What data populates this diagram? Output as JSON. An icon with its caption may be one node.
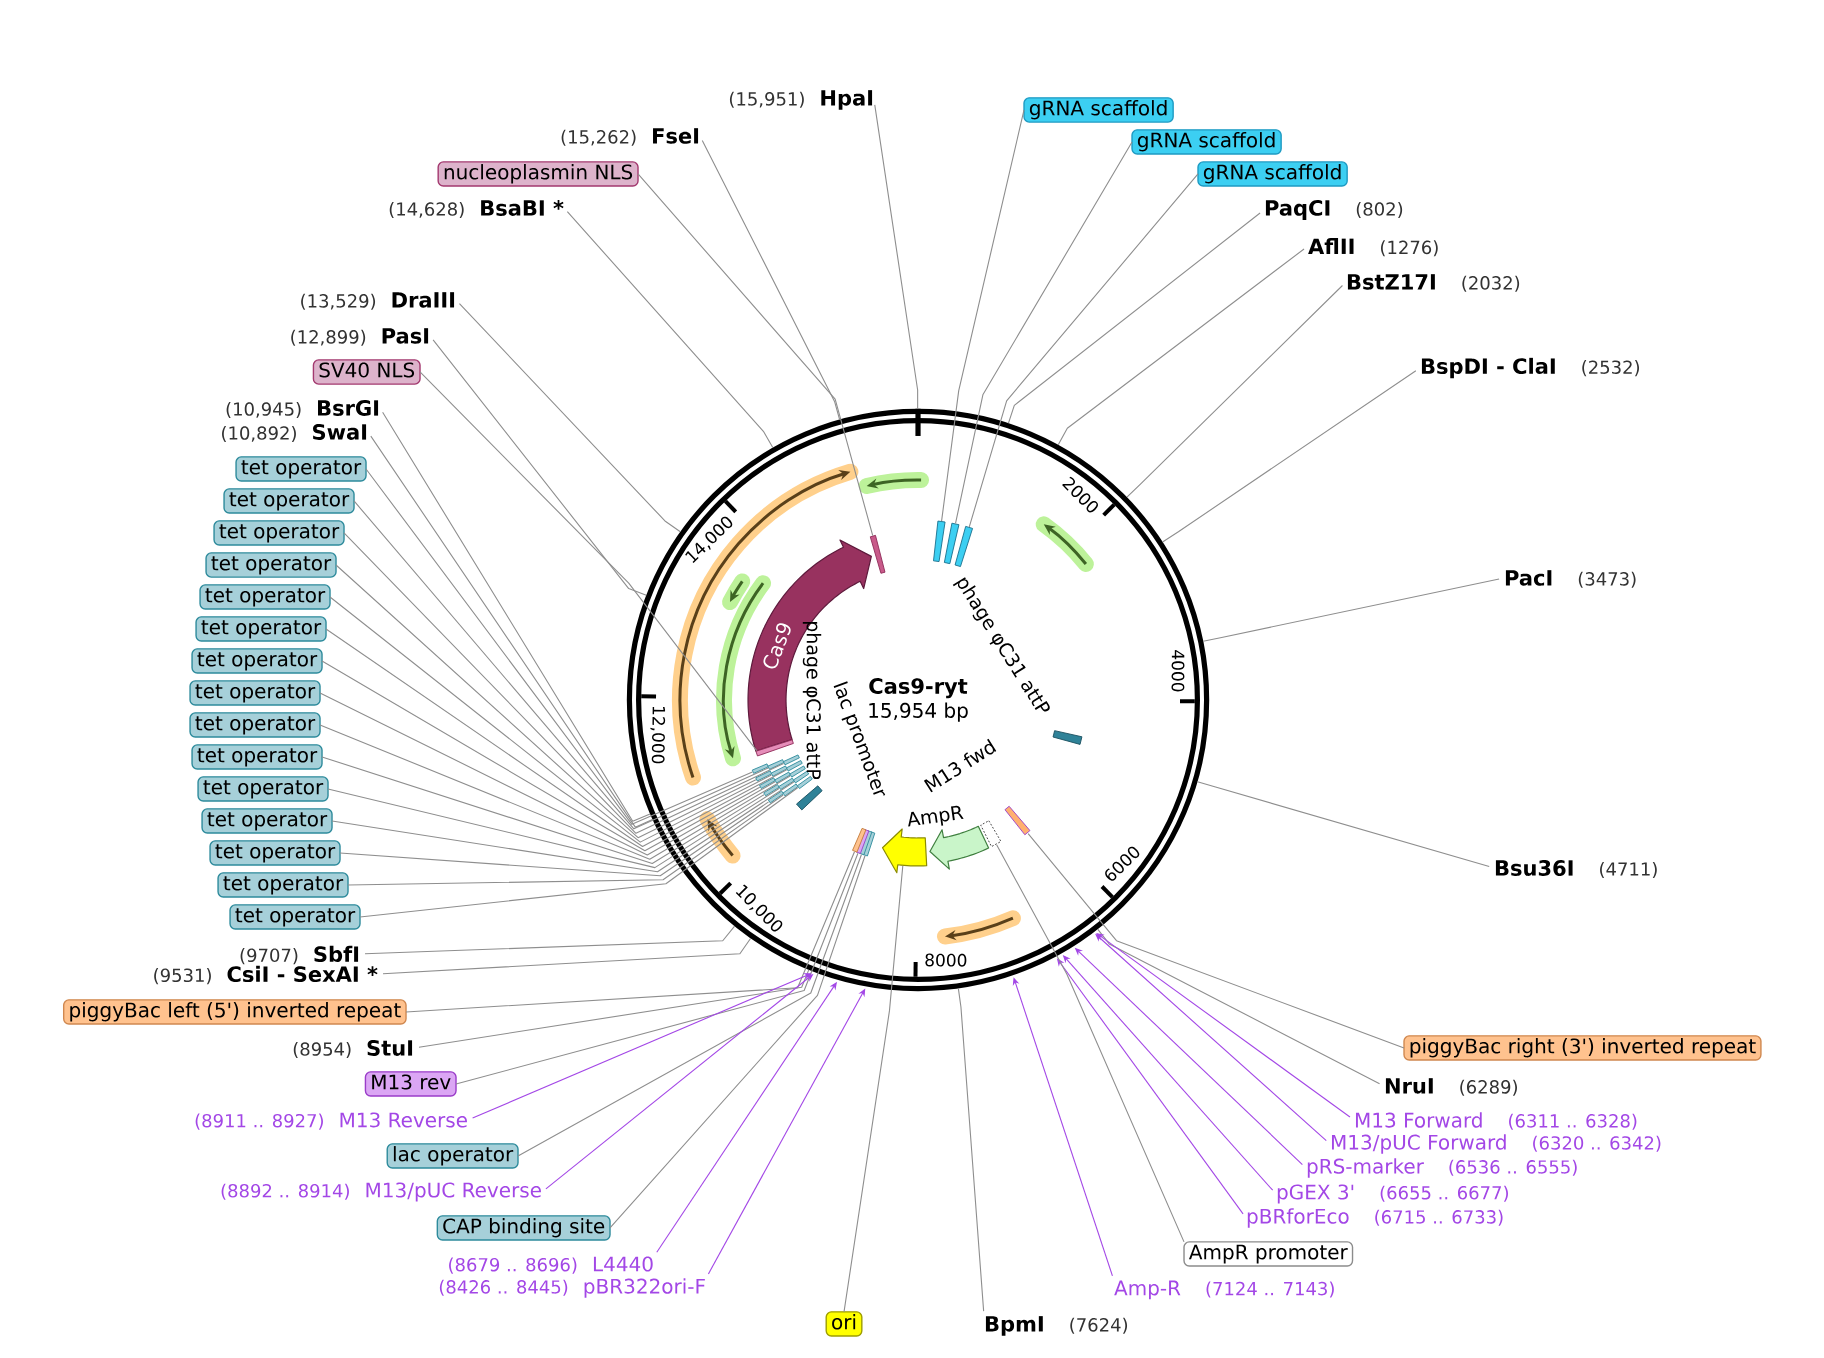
{
  "diagram": {
    "nodes": [
      {
        "text": [
          "Cas9-ryt",
          "15,954 bp"
        ]
      },
      {
        "text": [
          "Cas9"
        ],
        "in": 0
      },
      {
        "text": [],
        "shape": "bar",
        "in": 0
      },
      {
        "text": [],
        "shape": "bar",
        "in": 0
      },
      {
        "text": [],
        "shape": "bar",
        "in": 0
      },
      {
        "text": [],
        "shape": "bar",
        "in": 0
      },
      {
        "text": [],
        "shape": "bar",
        "in": 0
      },
      {
        "text": [],
        "shape": "bar",
        "in": 0
      },
      {
        "text": [],
        "shape": "bar",
        "in": 0
      },
      {
        "text": [],
        "shape": "bar",
        "in": 0
      },
      {
        "text": [],
        "shape": "bar",
        "in": 0
      },
      {
        "text": [],
        "shape": "bar",
        "in": 0
      },
      {
        "text": [],
        "shape": "bar",
        "in": 0
      },
      {
        "text": [],
        "shape": "bar",
        "in": 0
      },
      {
        "text": [],
        "shape": "bar",
        "in": 0
      },
      {
        "text": [],
        "shape": "bar",
        "in": 0
      },
      {
        "text": [],
        "shape": "bar",
        "in": 0
      },
      {
        "text": [],
        "shape": "bar",
        "in": 0
      },
      {
        "text": [],
        "shape": "bar",
        "in": 0
      },
      {
        "text": [],
        "shape": "bar",
        "in": 0
      },
      {
        "text": [],
        "shape": "bar",
        "in": 0
      },
      {
        "text": [],
        "shape": "bar",
        "in": 0
      },
      {
        "text": [],
        "shape": "bar",
        "in": 0
      },
      {
        "text": [],
        "shape": "bar",
        "in": 0
      },
      {
        "text": [],
        "shape": "bar",
        "in": 0
      },
      {
        "text": [],
        "shape": "bar",
        "in": 0
      },
      {
        "text": [],
        "shape": "arrow",
        "in": 0,
        "beside": [
          "AmpR"
        ]
      },
      {
        "text": [],
        "shape": "arrow",
        "in": 0
      },
      {
        "text": [],
        "shape": "bar",
        "in": 0
      },
      {
        "text": [],
        "shape": "bar",
        "in": 0
      },
      {
        "text": [],
        "shape": "bar",
        "in": 0
      },
      {
        "text": [],
        "shape": "bar",
        "in": 0
      },
      {
        "text": [
          "HpaI"
        ],
        "beside": [
          "(15,951)"
        ]
      },
      {
        "text": [
          "gRNA scaffold"
        ]
      },
      {
        "text": [
          "FseI"
        ],
        "beside": [
          "(15,262)"
        ]
      },
      {
        "text": [
          "gRNA scaffold"
        ]
      },
      {
        "text": [
          "nucleoplasmin NLS"
        ]
      },
      {
        "text": [
          "gRNA scaffold"
        ]
      },
      {
        "text": [
          "BsaBI *"
        ],
        "beside": [
          "(14,628)"
        ]
      },
      {
        "text": [
          "PaqCI"
        ],
        "beside": [
          "(802)"
        ]
      },
      {
        "text": [
          "AflII"
        ],
        "beside": [
          "(1276)"
        ]
      },
      {
        "text": [
          "BstZ17I"
        ],
        "beside": [
          "(2032)"
        ]
      },
      {
        "text": [
          "DraIII"
        ],
        "beside": [
          "(13,529)"
        ]
      },
      {
        "text": [
          "PasI"
        ],
        "beside": [
          "(12,899)"
        ]
      },
      {
        "text": [
          "BspDI - ClaI"
        ],
        "beside": [
          "(2532)"
        ]
      },
      {
        "text": [
          "SV40 NLS"
        ]
      },
      {
        "text": [
          "BsrGI"
        ],
        "beside": [
          "(10,945)"
        ]
      },
      {
        "text": [
          "SwaI"
        ],
        "beside": [
          "(10,892)"
        ]
      },
      {
        "text": [
          "tet operator"
        ]
      },
      {
        "text": [
          "tet operator"
        ]
      },
      {
        "text": [
          "tet operator"
        ]
      },
      {
        "text": [
          "tet operator"
        ]
      },
      {
        "text": [
          "tet operator"
        ]
      },
      {
        "text": [
          "tet operator"
        ]
      },
      {
        "text": [
          "tet operator"
        ]
      },
      {
        "text": [
          "tet operator"
        ]
      },
      {
        "text": [
          "tet operator"
        ]
      },
      {
        "text": [
          "tet operator"
        ]
      },
      {
        "text": [
          "tet operator"
        ]
      },
      {
        "text": [
          "tet operator"
        ]
      },
      {
        "text": [
          "tet operator"
        ]
      },
      {
        "text": [
          "tet operator"
        ]
      },
      {
        "text": [
          "tet operator"
        ]
      },
      {
        "text": [
          "PacI"
        ],
        "beside": [
          "(3473)"
        ]
      },
      {
        "text": [
          "Bsu36I"
        ],
        "beside": [
          "(4711)"
        ]
      },
      {
        "text": [
          "SbfI"
        ],
        "beside": [
          "(9707)"
        ]
      },
      {
        "text": [
          "CsiI - SexAI *"
        ],
        "beside": [
          "(9531)"
        ]
      },
      {
        "text": [
          "piggyBac left (5') inverted repeat"
        ]
      },
      {
        "text": [
          "StuI"
        ],
        "beside": [
          "(8954)"
        ]
      },
      {
        "text": [
          "piggyBac right (3') inverted repeat"
        ]
      },
      {
        "text": [
          "M13 rev"
        ]
      },
      {
        "text": [
          "NruI"
        ],
        "beside": [
          "(6289)"
        ]
      },
      {
        "text": [
          "M13 Reverse"
        ],
        "beside": [
          "(8911 .. 8927)"
        ]
      },
      {
        "text": [
          "M13 Forward"
        ],
        "beside": [
          "(6311 .. 6328)"
        ]
      },
      {
        "text": [
          "M13/pUC Forward"
        ],
        "beside": [
          "(6320 .. 6342)"
        ]
      },
      {
        "text": [
          "lac operator"
        ]
      },
      {
        "text": [
          "pRS-marker"
        ],
        "beside": [
          "(6536 .. 6555)"
        ]
      },
      {
        "text": [
          "M13/pUC Reverse"
        ],
        "beside": [
          "(8892 .. 8914)"
        ]
      },
      {
        "text": [
          "pGEX 3'"
        ],
        "beside": [
          "(6655 .. 6677)"
        ]
      },
      {
        "text": [
          "pBRforEco"
        ],
        "beside": [
          "(6715 .. 6733)"
        ]
      },
      {
        "text": [
          "CAP binding site"
        ]
      },
      {
        "text": [
          "AmpR promoter"
        ]
      },
      {
        "text": [
          "L4440"
        ],
        "beside": [
          "(8679 .. 8696)"
        ]
      },
      {
        "text": [
          "pBR322ori-F"
        ],
        "beside": [
          "(8426 .. 8445)"
        ]
      },
      {
        "text": [
          "Amp-R"
        ],
        "beside": [
          "(7124 .. 7143)"
        ]
      },
      {
        "text": [
          "ori"
        ]
      },
      {
        "text": [
          "BpmI"
        ],
        "beside": [
          "(7624)"
        ]
      }
    ],
    "edges": [
      {
        "from": 32,
        "to": 0,
        "arrow": "none"
      },
      {
        "from": 33,
        "to": 3,
        "arrow": "none"
      },
      {
        "from": 34,
        "to": 0,
        "arrow": "none"
      },
      {
        "from": 35,
        "to": 4,
        "arrow": "none"
      },
      {
        "from": 36,
        "to": 2,
        "arrow": "none"
      },
      {
        "from": 37,
        "to": 5,
        "arrow": "none"
      },
      {
        "from": 38,
        "to": 0,
        "arrow": "none"
      },
      {
        "from": 39,
        "to": 0,
        "arrow": "none"
      },
      {
        "from": 40,
        "to": 0,
        "arrow": "none"
      },
      {
        "from": 41,
        "to": 0,
        "arrow": "none"
      },
      {
        "from": 42,
        "to": 0,
        "arrow": "none"
      },
      {
        "from": 43,
        "to": 0,
        "arrow": "none"
      },
      {
        "from": 44,
        "to": 0,
        "arrow": "none"
      },
      {
        "from": 45,
        "to": 6,
        "arrow": "none"
      },
      {
        "from": 46,
        "to": 0,
        "arrow": "none"
      },
      {
        "from": 47,
        "to": 0,
        "arrow": "none"
      },
      {
        "from": 48,
        "to": 9,
        "arrow": "none"
      },
      {
        "from": 49,
        "to": 10,
        "arrow": "none"
      },
      {
        "from": 50,
        "to": 11,
        "arrow": "none"
      },
      {
        "from": 51,
        "to": 12,
        "arrow": "none"
      },
      {
        "from": 52,
        "to": 13,
        "arrow": "none"
      },
      {
        "from": 53,
        "to": 14,
        "arrow": "none"
      },
      {
        "from": 54,
        "to": 15,
        "arrow": "none"
      },
      {
        "from": 55,
        "to": 16,
        "arrow": "none"
      },
      {
        "from": 56,
        "to": 17,
        "arrow": "none"
      },
      {
        "from": 57,
        "to": 18,
        "arrow": "none"
      },
      {
        "from": 58,
        "to": 19,
        "arrow": "none"
      },
      {
        "from": 59,
        "to": 20,
        "arrow": "none"
      },
      {
        "from": 60,
        "to": 21,
        "arrow": "none"
      },
      {
        "from": 61,
        "to": 22,
        "arrow": "none"
      },
      {
        "from": 62,
        "to": 23,
        "arrow": "none"
      },
      {
        "from": 63,
        "to": 0,
        "arrow": "none"
      },
      {
        "from": 64,
        "to": 0,
        "arrow": "none"
      },
      {
        "from": 65,
        "to": 0,
        "arrow": "none"
      },
      {
        "from": 66,
        "to": 0,
        "arrow": "none"
      },
      {
        "from": 67,
        "to": 31,
        "arrow": "none"
      },
      {
        "from": 68,
        "to": 0,
        "arrow": "none"
      },
      {
        "from": 69,
        "to": 8,
        "arrow": "none"
      },
      {
        "from": 70,
        "to": 30,
        "arrow": "none"
      },
      {
        "from": 71,
        "to": 0,
        "arrow": "none"
      },
      {
        "from": 72,
        "to": 0,
        "arrow": "to",
        "color": "#a347e6"
      },
      {
        "from": 73,
        "to": 0,
        "arrow": "to",
        "color": "#a347e6"
      },
      {
        "from": 74,
        "to": 0,
        "arrow": "to",
        "color": "#a347e6"
      },
      {
        "from": 75,
        "to": 29,
        "arrow": "none"
      },
      {
        "from": 76,
        "to": 0,
        "arrow": "to",
        "color": "#a347e6"
      },
      {
        "from": 77,
        "to": 0,
        "arrow": "to",
        "color": "#a347e6"
      },
      {
        "from": 78,
        "to": 0,
        "arrow": "to",
        "color": "#a347e6"
      },
      {
        "from": 79,
        "to": 0,
        "arrow": "to",
        "color": "#a347e6"
      },
      {
        "from": 80,
        "to": 28,
        "arrow": "none"
      },
      {
        "from": 81,
        "to": 25,
        "arrow": "none"
      },
      {
        "from": 82,
        "to": 0,
        "arrow": "to",
        "color": "#a347e6"
      },
      {
        "from": 83,
        "to": 0,
        "arrow": "to",
        "color": "#a347e6"
      },
      {
        "from": 84,
        "to": 0,
        "arrow": "to",
        "color": "#a347e6"
      },
      {
        "from": 85,
        "to": 27,
        "arrow": "none"
      },
      {
        "from": 86,
        "to": 0,
        "arrow": "none"
      }
    ],
    "labels": [
      "2000",
      "4000",
      "6000",
      "8000",
      "10,000",
      "12,000",
      "14,000",
      "phage φC31 attP",
      "phage φC31 attP",
      "lac promoter",
      "M13 fwd"
    ]
  }
}
